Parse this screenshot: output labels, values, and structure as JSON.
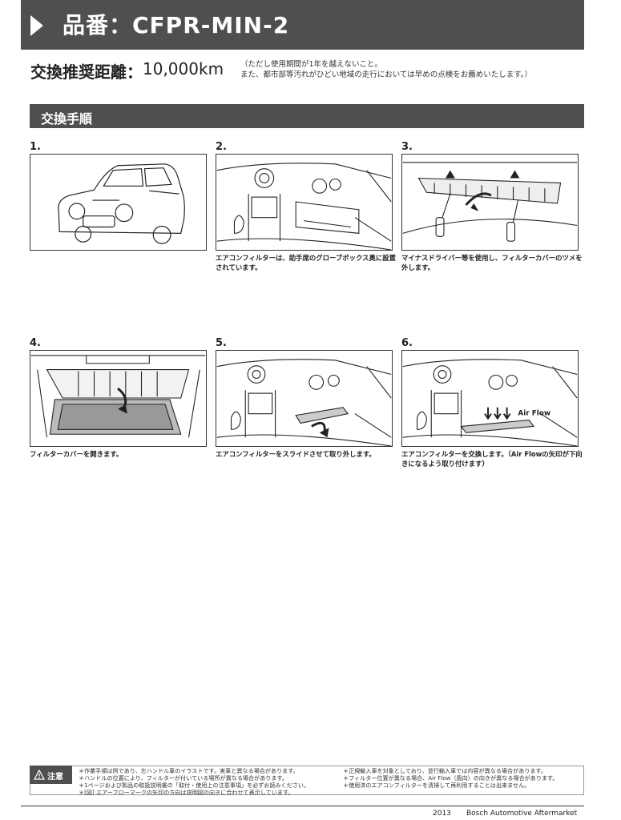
{
  "header": {
    "title": "品番：CFPR-MIN-2"
  },
  "interval": {
    "label": "交換推奨距離：",
    "value": "10,000km",
    "note_line1": "（ただし使用期間が1年を越えないこと。",
    "note_line2": "また、都市部等汚れがひどい地域の走行においては早めの点検をお薦めいたします。）"
  },
  "section": {
    "title": "交換手順"
  },
  "steps": [
    {
      "number": "1.",
      "caption": ""
    },
    {
      "number": "2.",
      "caption": "エアコンフィルターは、助手席のグローブボックス奥に設置されています。"
    },
    {
      "number": "3.",
      "caption": "マイナスドライバー等を使用し、フィルターカバーのツメを外します。"
    },
    {
      "number": "4.",
      "caption": "フィルターカバーを開きます。"
    },
    {
      "number": "5.",
      "caption": "エアコンフィルターをスライドさせて取り外します。"
    },
    {
      "number": "6.",
      "caption": "エアコンフィルターを交換します。（Air Flowの矢印が下向きになるよう取り付けます）"
    }
  ],
  "airflow_label": "Air Flow",
  "caution": {
    "label": "注意",
    "left": [
      "＊作業手順は例であり、左ハンドル車のイラストです。実車と異なる場合があります。",
      "＊ハンドルの位置により、フィルターが付いている場所が異なる場合があります。",
      "＊1ページおよび製品の取扱説明書の「取付・使用上の注意事項」を必ずお読みください。",
      "＊[図] エアーフローマークの矢印の方向は説明図の向きに合わせて表示しています。"
    ],
    "right": [
      "＊正規輸入車を対象としており、並行輸入車では内容が異なる場合があります。",
      "＊フィルター位置が異なる場合、Air Flow（風向）の向きが異なる場合があります。",
      "＊使用済のエアコンフィルターを清掃して再利用することは出来ません。"
    ]
  },
  "footer": {
    "year": "2013",
    "company": "Bosch Automotive Aftermarket"
  }
}
